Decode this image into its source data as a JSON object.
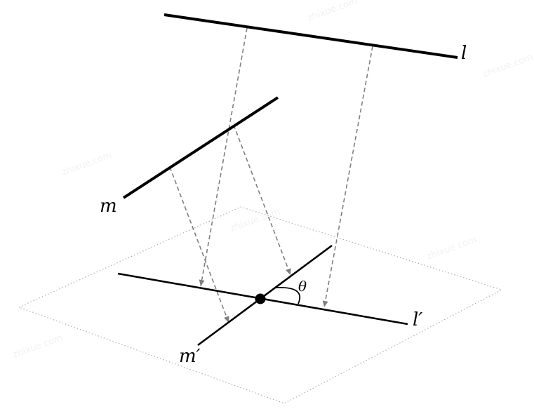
{
  "labels": {
    "l": "l",
    "m": "m",
    "l_prime": "l′",
    "m_prime": "m′",
    "angle": "θ"
  },
  "colors": {
    "line": "#000000",
    "projection": "#808080",
    "plane": "#b0b0b0"
  }
}
